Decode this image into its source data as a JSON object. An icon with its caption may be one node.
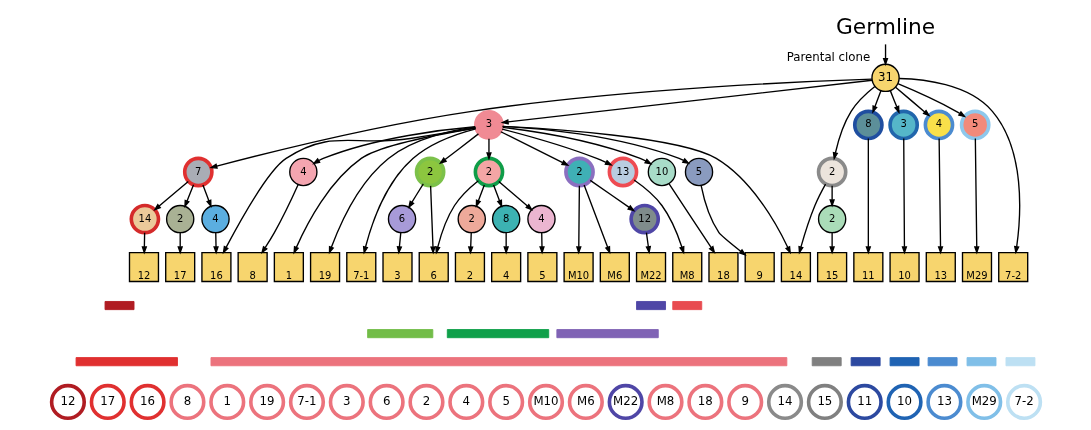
{
  "diagram": {
    "nodes": [
      {
        "text": [
          "Germline"
        ]
      },
      {
        "text": [
          "31"
        ],
        "beside": [
          "Parental clone"
        ]
      },
      {
        "text": [
          "3"
        ]
      },
      {
        "text": [
          "7"
        ]
      },
      {
        "text": [
          "4"
        ]
      },
      {
        "text": [
          "2"
        ]
      },
      {
        "text": [
          "2"
        ]
      },
      {
        "text": [
          "2"
        ]
      },
      {
        "text": [
          "13"
        ]
      },
      {
        "text": [
          "10"
        ]
      },
      {
        "text": [
          "5"
        ]
      },
      {
        "text": [
          "2"
        ]
      },
      {
        "text": [
          "8"
        ]
      },
      {
        "text": [
          "3"
        ]
      },
      {
        "text": [
          "4"
        ]
      },
      {
        "text": [
          "5"
        ]
      },
      {
        "text": [
          "14"
        ]
      },
      {
        "text": [
          "2"
        ]
      },
      {
        "text": [
          "4"
        ]
      },
      {
        "text": [
          "6"
        ]
      },
      {
        "text": [
          "2"
        ]
      },
      {
        "text": [
          "8"
        ]
      },
      {
        "text": [
          "4"
        ]
      },
      {
        "text": [
          "12"
        ]
      },
      {
        "text": [
          "2"
        ]
      },
      {
        "text": [
          "12"
        ]
      },
      {
        "text": [
          "17"
        ]
      },
      {
        "text": [
          "16"
        ]
      },
      {
        "text": [
          "8"
        ]
      },
      {
        "text": [
          "1"
        ]
      },
      {
        "text": [
          "19"
        ]
      },
      {
        "text": [
          "7-1"
        ]
      },
      {
        "text": [
          "3"
        ]
      },
      {
        "text": [
          "6"
        ]
      },
      {
        "text": [
          "2"
        ]
      },
      {
        "text": [
          "4"
        ]
      },
      {
        "text": [
          "5"
        ]
      },
      {
        "text": [
          "M10"
        ]
      },
      {
        "text": [
          "M6"
        ]
      },
      {
        "text": [
          "M22"
        ]
      },
      {
        "text": [
          "M8"
        ]
      },
      {
        "text": [
          "18"
        ]
      },
      {
        "text": [
          "9"
        ]
      },
      {
        "text": [
          "14"
        ]
      },
      {
        "text": [
          "15"
        ]
      },
      {
        "text": [
          "11"
        ]
      },
      {
        "text": [
          "10"
        ]
      },
      {
        "text": [
          "13"
        ]
      },
      {
        "text": [
          "M29"
        ]
      },
      {
        "text": [
          "7-2"
        ]
      },
      {
        "text": [
          "12"
        ]
      },
      {
        "text": [
          "17"
        ]
      },
      {
        "text": [
          "16"
        ]
      },
      {
        "text": [
          "8"
        ]
      },
      {
        "text": [
          "1"
        ]
      },
      {
        "text": [
          "19"
        ]
      },
      {
        "text": [
          "7-1"
        ]
      },
      {
        "text": [
          "3"
        ]
      },
      {
        "text": [
          "6"
        ]
      },
      {
        "text": [
          "2"
        ]
      },
      {
        "text": [
          "4"
        ]
      },
      {
        "text": [
          "5"
        ]
      },
      {
        "text": [
          "M10"
        ]
      },
      {
        "text": [
          "M6"
        ]
      },
      {
        "text": [
          "M22"
        ]
      },
      {
        "text": [
          "M8"
        ]
      },
      {
        "text": [
          "18"
        ]
      },
      {
        "text": [
          "9"
        ]
      },
      {
        "text": [
          "14"
        ]
      },
      {
        "text": [
          "15"
        ]
      },
      {
        "text": [
          "11"
        ]
      },
      {
        "text": [
          "10"
        ]
      },
      {
        "text": [
          "13"
        ]
      },
      {
        "text": [
          "M29"
        ]
      },
      {
        "text": [
          "7-2"
        ]
      },
      {
        "text": [],
        "shape": "bar"
      },
      {
        "text": [],
        "shape": "bar"
      },
      {
        "text": [],
        "shape": "bar"
      },
      {
        "text": [],
        "shape": "bar"
      },
      {
        "text": [],
        "shape": "bar"
      },
      {
        "text": [],
        "shape": "bar"
      },
      {
        "text": [],
        "shape": "bar"
      },
      {
        "text": [],
        "shape": "bar"
      },
      {
        "text": [],
        "shape": "bar"
      },
      {
        "text": [],
        "shape": "bar"
      },
      {
        "text": [],
        "shape": "bar"
      },
      {
        "text": [],
        "shape": "bar"
      },
      {
        "text": [],
        "shape": "bar"
      },
      {
        "text": [],
        "shape": "bar"
      }
    ],
    "edges": [
      {
        "from": 0,
        "to": 1,
        "arrow": "to"
      },
      {
        "from": 1,
        "to": 3,
        "arrow": "to"
      },
      {
        "from": 1,
        "to": 2,
        "arrow": "to"
      },
      {
        "from": 1,
        "to": 11,
        "arrow": "to"
      },
      {
        "from": 1,
        "to": 12,
        "arrow": "to"
      },
      {
        "from": 1,
        "to": 13,
        "arrow": "to"
      },
      {
        "from": 1,
        "to": 14,
        "arrow": "to"
      },
      {
        "from": 1,
        "to": 15,
        "arrow": "to"
      },
      {
        "from": 1,
        "to": 49,
        "arrow": "to"
      },
      {
        "from": 2,
        "to": 4,
        "arrow": "to"
      },
      {
        "from": 2,
        "to": 27,
        "arrow": "to"
      },
      {
        "from": 2,
        "to": 29,
        "arrow": "to"
      },
      {
        "from": 2,
        "to": 30,
        "arrow": "to"
      },
      {
        "from": 2,
        "to": 31,
        "arrow": "to"
      },
      {
        "from": 2,
        "to": 5,
        "arrow": "to"
      },
      {
        "from": 2,
        "to": 6,
        "arrow": "to"
      },
      {
        "from": 2,
        "to": 7,
        "arrow": "to"
      },
      {
        "from": 2,
        "to": 8,
        "arrow": "to"
      },
      {
        "from": 2,
        "to": 9,
        "arrow": "to"
      },
      {
        "from": 2,
        "to": 10,
        "arrow": "to"
      },
      {
        "from": 2,
        "to": 43,
        "arrow": "to"
      },
      {
        "from": 3,
        "to": 16,
        "arrow": "to"
      },
      {
        "from": 3,
        "to": 17,
        "arrow": "to"
      },
      {
        "from": 3,
        "to": 18,
        "arrow": "to"
      },
      {
        "from": 4,
        "to": 28,
        "arrow": "to"
      },
      {
        "from": 5,
        "to": 19,
        "arrow": "to"
      },
      {
        "from": 5,
        "to": 33,
        "arrow": "to"
      },
      {
        "from": 6,
        "to": 33,
        "arrow": "to"
      },
      {
        "from": 6,
        "to": 20,
        "arrow": "to"
      },
      {
        "from": 6,
        "to": 21,
        "arrow": "to"
      },
      {
        "from": 6,
        "to": 22,
        "arrow": "to"
      },
      {
        "from": 7,
        "to": 37,
        "arrow": "to"
      },
      {
        "from": 7,
        "to": 38,
        "arrow": "to"
      },
      {
        "from": 7,
        "to": 23,
        "arrow": "to"
      },
      {
        "from": 8,
        "to": 40,
        "arrow": "to"
      },
      {
        "from": 9,
        "to": 41,
        "arrow": "to"
      },
      {
        "from": 10,
        "to": 42,
        "arrow": "to"
      },
      {
        "from": 11,
        "to": 43,
        "arrow": "to"
      },
      {
        "from": 11,
        "to": 24,
        "arrow": "to"
      },
      {
        "from": 12,
        "to": 45,
        "arrow": "to"
      },
      {
        "from": 13,
        "to": 46,
        "arrow": "to"
      },
      {
        "from": 14,
        "to": 47,
        "arrow": "to"
      },
      {
        "from": 15,
        "to": 48,
        "arrow": "to"
      },
      {
        "from": 16,
        "to": 25,
        "arrow": "to"
      },
      {
        "from": 17,
        "to": 26,
        "arrow": "to"
      },
      {
        "from": 18,
        "to": 27,
        "arrow": "to"
      },
      {
        "from": 19,
        "to": 32,
        "arrow": "to"
      },
      {
        "from": 20,
        "to": 34,
        "arrow": "to"
      },
      {
        "from": 21,
        "to": 35,
        "arrow": "to"
      },
      {
        "from": 22,
        "to": 36,
        "arrow": "to"
      },
      {
        "from": 23,
        "to": 39,
        "arrow": "to"
      },
      {
        "from": 24,
        "to": 44,
        "arrow": "to"
      }
    ]
  }
}
